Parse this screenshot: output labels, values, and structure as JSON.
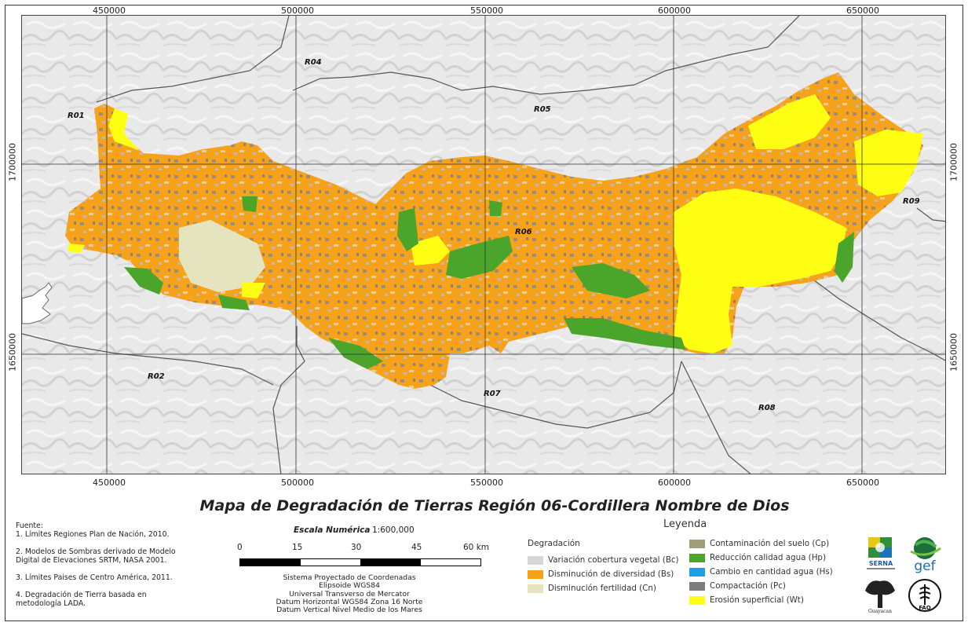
{
  "map": {
    "title": "Mapa de Degradación de Tierras Región 06-Cordillera Nombre de Dios",
    "top_coords": [
      "450000",
      "500000",
      "550000",
      "600000",
      "650000"
    ],
    "bottom_coords": [
      "450000",
      "500000",
      "550000",
      "600000",
      "650000"
    ],
    "left_coords": [
      "1700000",
      "1650000"
    ],
    "right_coords": [
      "1700000",
      "1650000"
    ],
    "regions": [
      "R01",
      "R02",
      "R04",
      "R05",
      "R06",
      "R07",
      "R08",
      "R09"
    ]
  },
  "sources": {
    "header": "Fuente:",
    "items": [
      "1. Límites Regiones Plan de Nación, 2010.",
      "2. Modelos de Sombras derivado de Modelo Digital de Elevaciones  SRTM, NASA 2001.",
      "3. Límites Paises de Centro América, 2011.",
      "4. Degradación de Tierra basada en metodología LADA."
    ]
  },
  "scale": {
    "label": "Escala Numérica",
    "ratio": "1:600,000",
    "ticks": [
      "0",
      "15",
      "30",
      "45",
      "60 km"
    ]
  },
  "projection": [
    "Sistema Proyectado de Coordenadas",
    "Elipsoide WGS84",
    "Universal Transverso de Mercator",
    "Datum Horizontal WGS84 Zona 16 Norte",
    "Datum Vertical Nivel Medio de los Mares"
  ],
  "legend": {
    "title": "Leyenda",
    "group": "Degradación",
    "items": [
      {
        "label": "Variación cobertura vegetal (Bc)",
        "color": "#d6d6d6"
      },
      {
        "label": "Disminución de diversidad (Bs)",
        "color": "#f7a21b"
      },
      {
        "label": "Disminución fertilidad (Cn)",
        "color": "#e6e4bf"
      },
      {
        "label": "Contaminación del suelo (Cp)",
        "color": "#9e9e78"
      },
      {
        "label": "Reducción calidad agua (Hp)",
        "color": "#4aa52a"
      },
      {
        "label": "Cambio en cantidad agua (Hs)",
        "color": "#1fa0e6"
      },
      {
        "label": "Compactación (Pc)",
        "color": "#7d7d80"
      },
      {
        "label": "Erosión superficial (Wt)",
        "color": "#ffff14"
      }
    ]
  },
  "logos": {
    "serna": "SERNA",
    "gef": "gef",
    "guayacan": "Guayacan",
    "fao": "FAO"
  }
}
